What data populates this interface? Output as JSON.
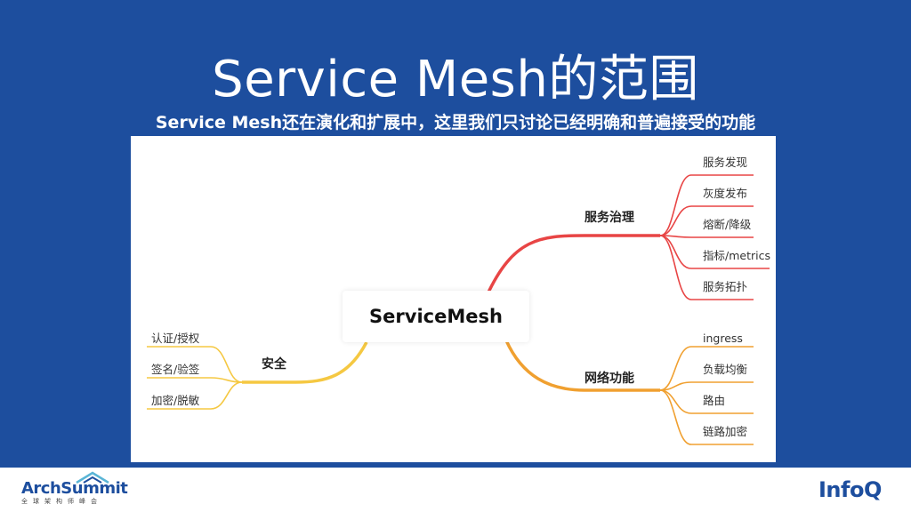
{
  "title": "Service Mesh的范围",
  "subtitle": "Service Mesh还在演化和扩展中，这里我们只讨论已经明确和普遍接受的功能",
  "mindmap": {
    "center": "ServiceMesh",
    "branches": {
      "service_governance": {
        "label": "服务治理",
        "color": "#e84545",
        "items": [
          "服务发现",
          "灰度发布",
          "熔断/降级",
          "指标/metrics",
          "服务拓扑"
        ]
      },
      "network": {
        "label": "网络功能",
        "color": "#f0a030",
        "items": [
          "ingress",
          "负载均衡",
          "路由",
          "链路加密"
        ]
      },
      "security": {
        "label": "安全",
        "color": "#f5c842",
        "items": [
          "认证/授权",
          "签名/验签",
          "加密/脱敏"
        ]
      }
    }
  },
  "footer": {
    "left_logo": "ArchSummit",
    "left_logo_sub": "全球架构师峰会",
    "right_logo": "InfoQ"
  }
}
